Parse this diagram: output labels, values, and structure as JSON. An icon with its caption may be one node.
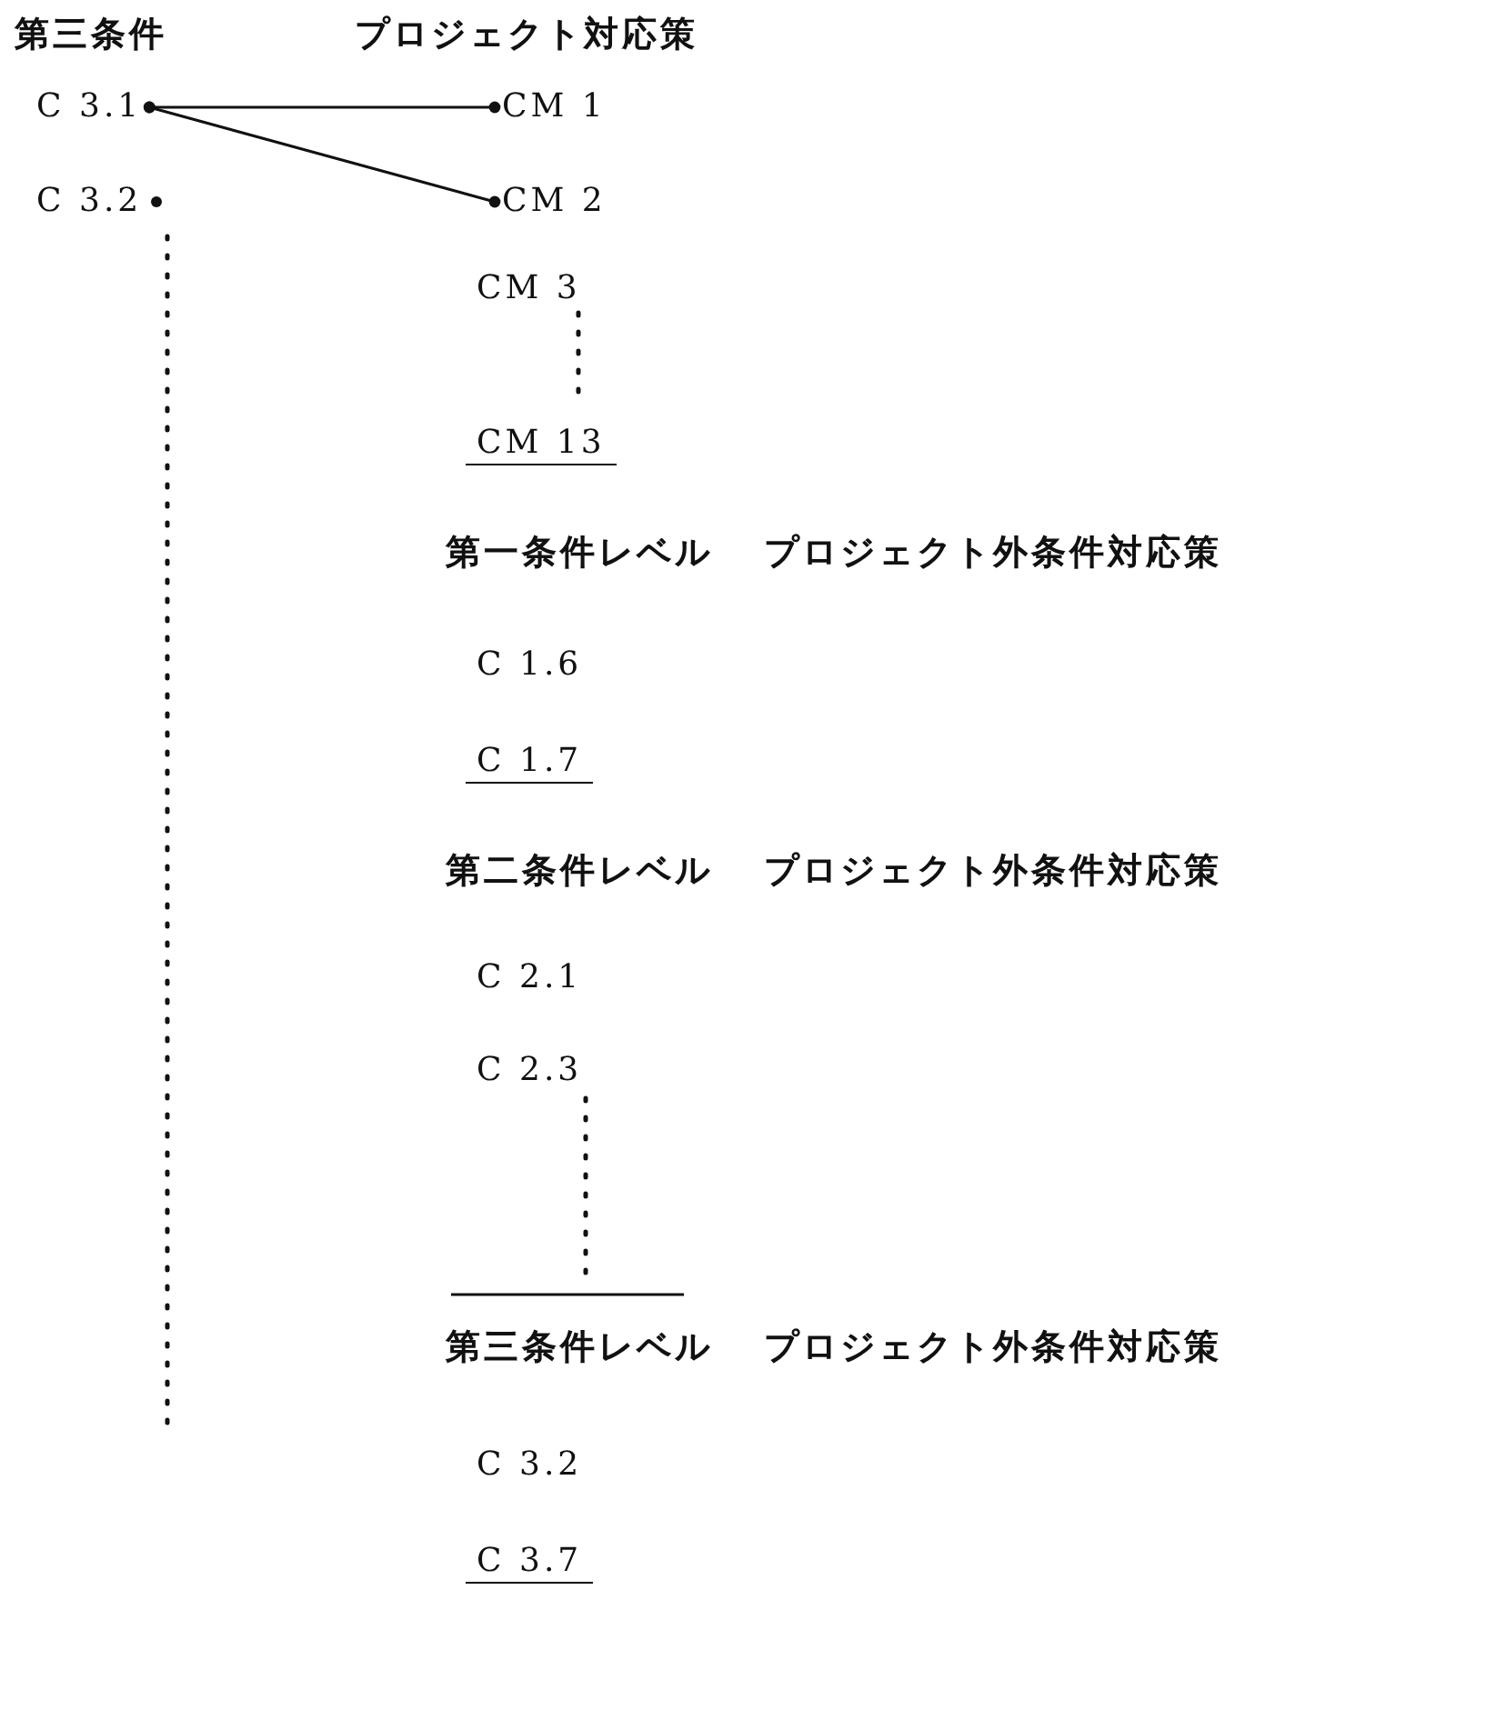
{
  "diagram": {
    "nodes": [
      {
        "text": [
          "C 3.1"
        ]
      },
      {
        "text": [
          "CM 1"
        ]
      },
      {
        "text": [
          "C 3.2"
        ]
      },
      {
        "text": [
          "CM 2"
        ]
      }
    ],
    "edges": [
      {
        "from": 0,
        "to": 1,
        "arrow": "other"
      },
      {
        "from": 0,
        "to": 3,
        "arrow": "other"
      }
    ],
    "labels": [
      "第三条件",
      "プロジェクト対応策",
      "CM 3",
      "CM 13",
      "第一条件レベル",
      "プロジェクト外条件対応策",
      "C 1.6",
      "C 1.7",
      "第二条件レベル",
      "プロジェクト外条件対応策",
      "C 2.1",
      "C 2.3",
      "第三条件レベル",
      "プロジェクト外条件対応策",
      "C 3.2",
      "C 3.7"
    ]
  }
}
